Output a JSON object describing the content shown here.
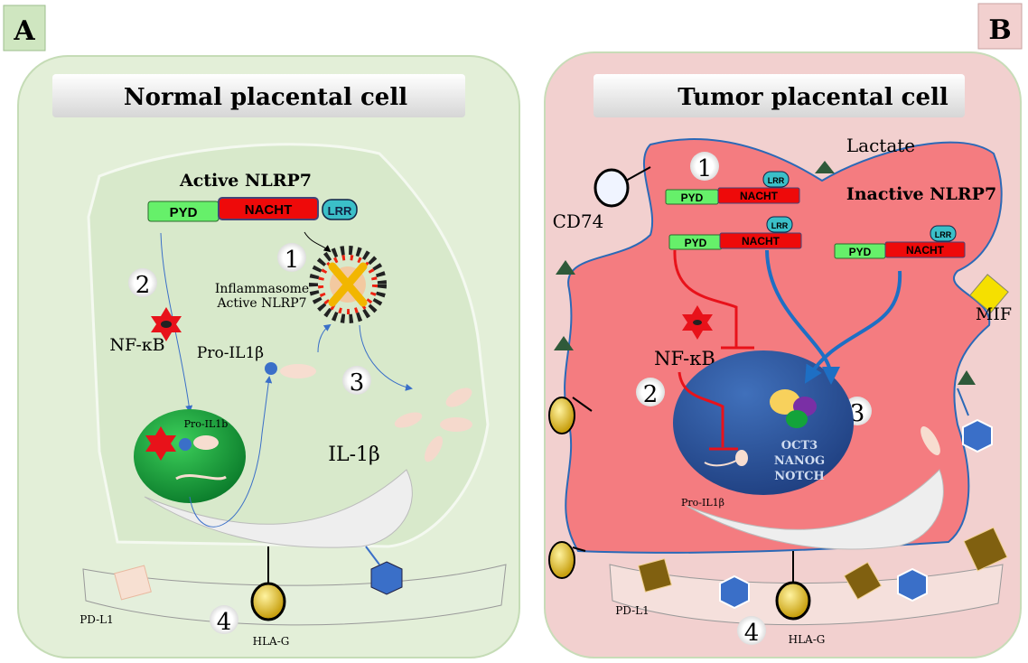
{
  "panel_a": {
    "label": "A",
    "title": "Normal placental cell",
    "nlrp7_title": "Active NLRP7",
    "domains": {
      "pyd": "PYD",
      "nacht": "NACHT",
      "lrr": "LRR"
    },
    "steps": [
      "1",
      "2",
      "3",
      "4"
    ],
    "inflammasome": [
      "Inflammasome",
      "Active NLRP7"
    ],
    "nfkb": "NF-κB",
    "pro_il1b": "Pro-IL1β",
    "pro_il1b_nucleus": "Pro-IL1b",
    "il1b": "IL-1β",
    "pdl1": "PD-L1",
    "hlag": "HLA-G"
  },
  "panel_b": {
    "label": "B",
    "title": "Tumor placental cell",
    "lactate": "Lactate",
    "cd74": "CD74",
    "mif": "MIF",
    "nlrp7_title": "Inactive NLRP7",
    "domains": {
      "pyd": "PYD",
      "nacht": "NACHT",
      "lrr": "LRR"
    },
    "steps": [
      "1",
      "2",
      "3",
      "4"
    ],
    "nfkb": "NF-κB",
    "pro_il1b": "Pro-IL1β",
    "genes": [
      "OCT3",
      "NANOG",
      "NOTCH"
    ],
    "pdl1": "PD-L1",
    "hlag": "HLA-G"
  },
  "colors": {
    "pyd": "#66f06a",
    "nacht": "#ee0a0a",
    "lrr": "#3bbfc8",
    "normal_bg": "#e3efd8",
    "tumor_bg": "#f2d0cf",
    "tumor_cell": "#f47c80",
    "nucleus_a": "#13a03a",
    "nucleus_b": "#2f5aa6"
  }
}
